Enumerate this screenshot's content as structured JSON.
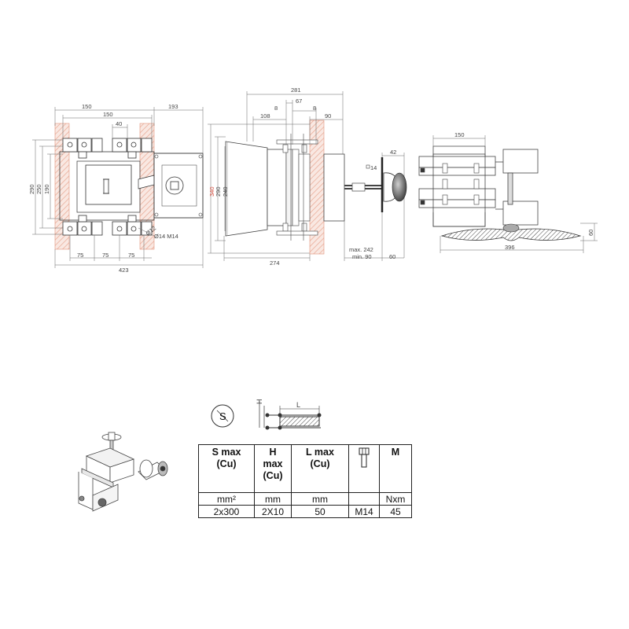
{
  "dims": {
    "front": {
      "top_a": "150",
      "top_b": "193",
      "top_c": "150",
      "top_d": "40",
      "left_a": "290",
      "left_b": "250",
      "left_c": "190",
      "bot_a": "75",
      "bot_b": "75",
      "bot_c": "75",
      "bot_total": "423",
      "screw_note": "Ø14 M14",
      "r_label": "Ø12"
    },
    "side": {
      "top_total": "281",
      "top_8a": "8",
      "top_67": "67",
      "top_108": "108",
      "top_8b": "8",
      "top_90": "90",
      "left_340": "340",
      "left_290": "290",
      "left_240": "240",
      "bottom_274": "274",
      "max_242": "max. 242",
      "min_90": "min. 90",
      "bottom_60": "60",
      "top_42": "42",
      "bolt_14": "14"
    },
    "top_view": {
      "top_150": "150",
      "bottom_396": "396",
      "right_60": "60"
    }
  },
  "busbar_icon": {
    "h_label": "H",
    "l_label": "L",
    "s_label": "S"
  },
  "table": {
    "headers": {
      "s_max": [
        "S max",
        "(Cu)"
      ],
      "h_max": [
        "H",
        "max",
        "(Cu)"
      ],
      "l_max": [
        "L max",
        "(Cu)"
      ],
      "m": "M"
    },
    "units": {
      "s": "mm²",
      "h": "mm",
      "l": "mm",
      "bolt": "",
      "m": "Nxm"
    },
    "values": {
      "s": "2x300",
      "h": "2X10",
      "l": "50",
      "bolt": "M14",
      "m": "45"
    }
  },
  "colors": {
    "hatch": "#e8a08a",
    "hatch_fill": "#f8e6e0",
    "red_dim": "#d44a3a",
    "line": "#444444"
  }
}
